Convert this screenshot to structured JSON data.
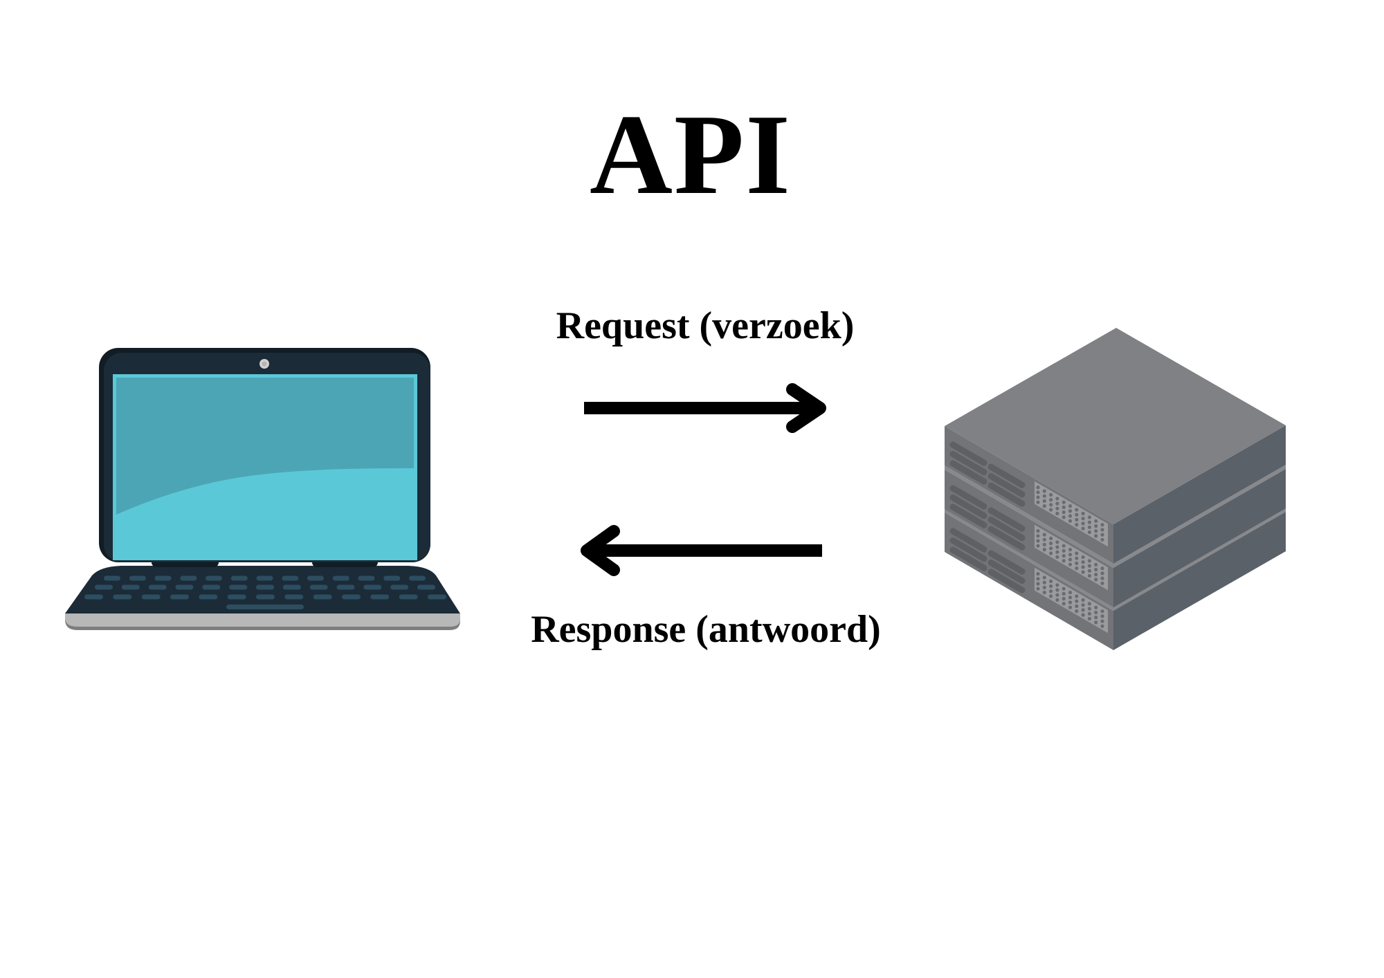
{
  "diagram": {
    "title": "API",
    "request_label": "Request (verzoek)",
    "response_label": "Response (antwoord)",
    "nodes": [
      {
        "id": "client",
        "icon": "laptop-icon",
        "role": "client"
      },
      {
        "id": "server",
        "icon": "server-stack-icon",
        "role": "server"
      }
    ],
    "edges": [
      {
        "from": "client",
        "to": "server",
        "label_ref": "request_label",
        "direction": "right"
      },
      {
        "from": "server",
        "to": "client",
        "label_ref": "response_label",
        "direction": "left"
      }
    ]
  },
  "colors": {
    "background": "#ffffff",
    "text": "#000000",
    "arrow": "#000000",
    "laptop_frame": "#1b2b38",
    "laptop_frame_shadow": "#111c24",
    "screen_light": "#5bc8d7",
    "screen_dark": "#4ca5b5",
    "camera": "#d0d0d0",
    "key": "#2d4d60",
    "base_band": "#b8b8b8",
    "base_shadow": "#7e7e7e",
    "server_top": "#808185",
    "server_left": "#737478",
    "server_right": "#5a6169",
    "server_vent": "#5f6064",
    "server_grill": "#9a9b9e",
    "server_grill_dot": "#6a6b6e"
  }
}
